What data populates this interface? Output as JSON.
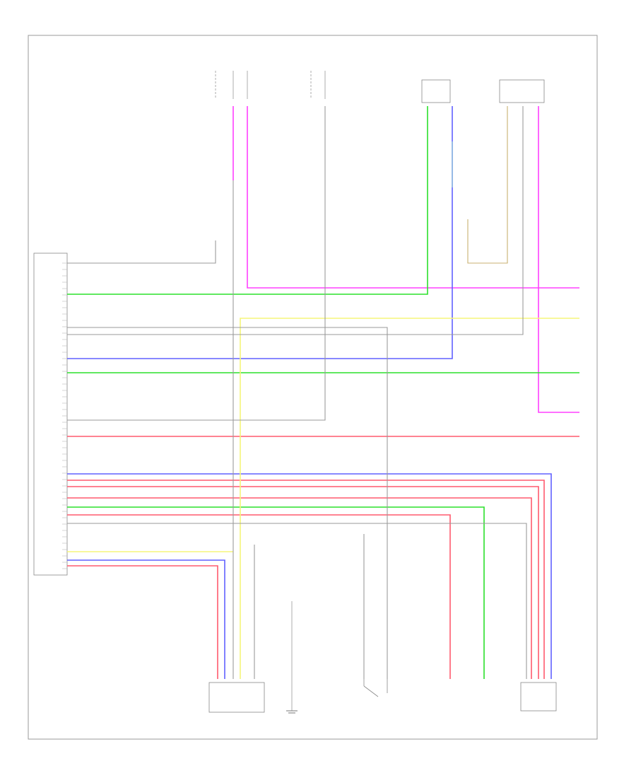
{
  "diagram": {
    "page_ref": "",
    "colors": {
      "magenta": "#ff40ff",
      "green": "#2be02b",
      "blue": "#6060ff",
      "red": "#ff5a6e",
      "yellow": "#f5f57a",
      "gray": "#9a9a9a",
      "olive": "#c8b070",
      "cyan": "#8fd0d0"
    },
    "components": [
      {
        "id": "top-left-fuse",
        "label": ""
      },
      {
        "id": "top-mid-fuse",
        "label": ""
      },
      {
        "id": "top-sensor-a",
        "label": ""
      },
      {
        "id": "top-sensor-b",
        "label": ""
      },
      {
        "id": "left-connector",
        "label": ""
      },
      {
        "id": "bottom-module-a",
        "label": ""
      },
      {
        "id": "bottom-ground",
        "label": ""
      },
      {
        "id": "bottom-switch",
        "label": ""
      },
      {
        "id": "bottom-sensor",
        "label": ""
      },
      {
        "id": "bottom-module-b",
        "label": ""
      }
    ],
    "right_terminals": [
      {
        "id": "t1",
        "label": ""
      },
      {
        "id": "t2",
        "label": ""
      },
      {
        "id": "t3",
        "label": ""
      },
      {
        "id": "t4",
        "label": ""
      },
      {
        "id": "t5",
        "label": ""
      }
    ]
  }
}
